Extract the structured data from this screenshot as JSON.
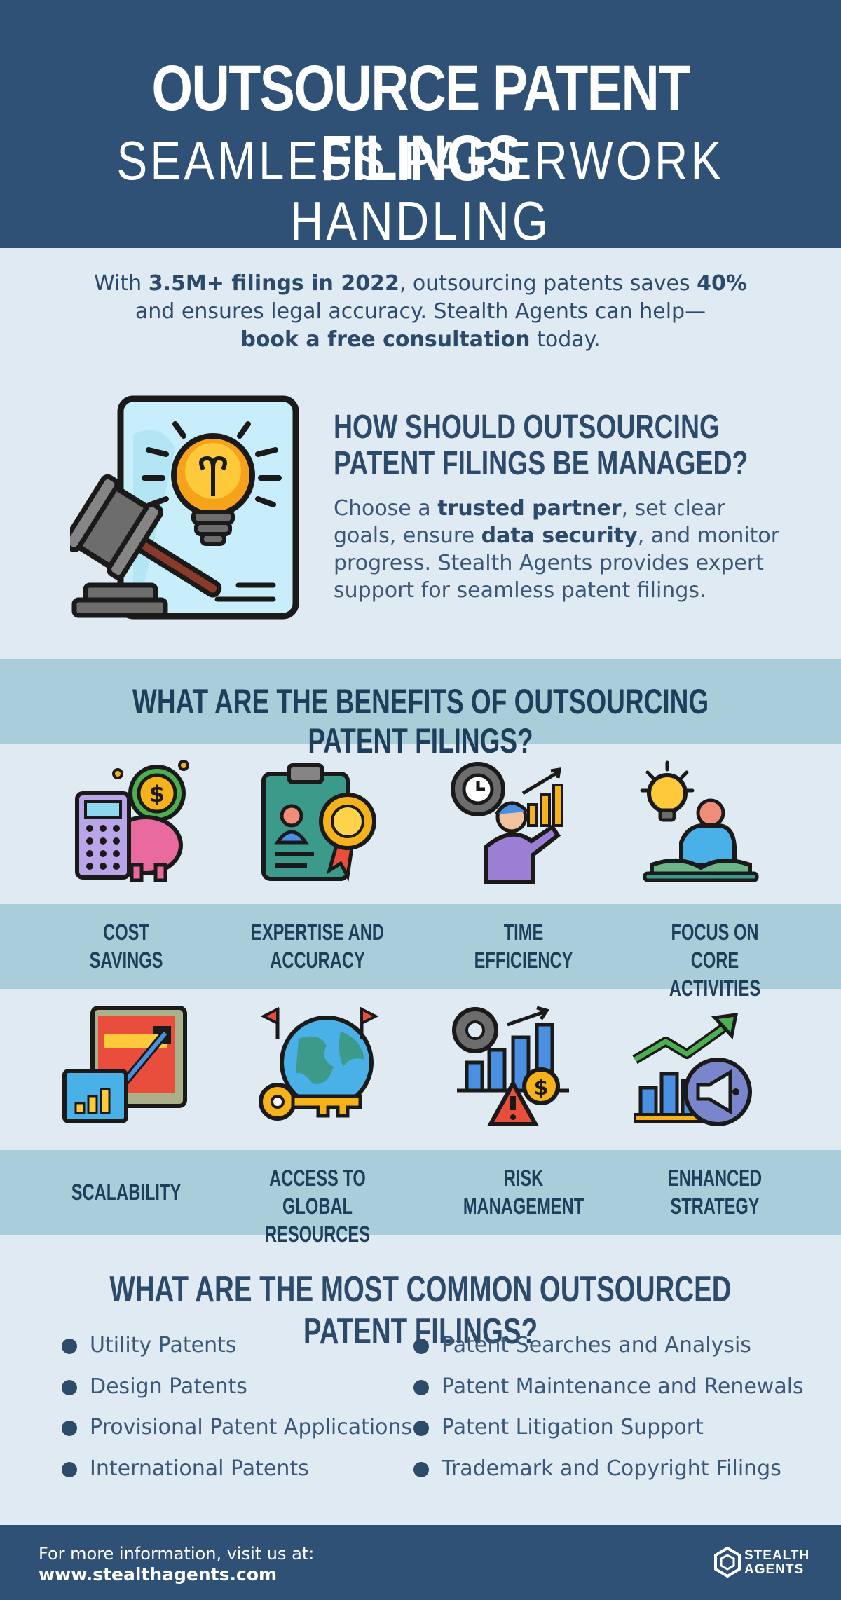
{
  "header": {
    "title": "OUTSOURCE PATENT FILINGS",
    "subtitle": "SEAMLESS PAPERWORK HANDLING"
  },
  "intro": {
    "p1": "With ",
    "b1": "3.5M+ filings in 2022",
    "p2": ", outsourcing patents saves ",
    "b2": "40%",
    "p3": " and ensures legal accuracy. Stealth Agents can help—",
    "b3": "book a free consultation",
    "p4": " today."
  },
  "manage": {
    "heading": "HOW SHOULD OUTSOURCING PATENT FILINGS BE MANAGED?",
    "p1": "Choose a ",
    "b1": "trusted partner",
    "p2": ", set clear goals, ensure ",
    "b2": "data security",
    "p3": ", and monitor progress. Stealth Agents provides expert support for seamless patent filings.",
    "icon": "gavel-lightbulb-icon"
  },
  "benefits": {
    "heading": "WHAT ARE THE BENEFITS OF OUTSOURCING PATENT FILINGS?",
    "row1": [
      {
        "line1": "COST",
        "line2": "SAVINGS",
        "icon": "calculator-piggybank-icon"
      },
      {
        "line1": "EXPERTISE AND",
        "line2": "ACCURACY",
        "icon": "certificate-badge-icon"
      },
      {
        "line1": "TIME",
        "line2": "EFFICIENCY",
        "icon": "gear-clock-person-icon"
      },
      {
        "line1": "FOCUS ON",
        "line2": "CORE ACTIVITIES",
        "icon": "bulb-reader-icon"
      }
    ],
    "row2": [
      {
        "line1": "SCALABILITY",
        "line2": "",
        "icon": "growth-chart-icon"
      },
      {
        "line1": "ACCESS TO GLOBAL",
        "line2": "RESOURCES",
        "icon": "globe-key-icon"
      },
      {
        "line1": "RISK",
        "line2": "MANAGEMENT",
        "icon": "risk-chart-icon"
      },
      {
        "line1": "ENHANCED",
        "line2": "STRATEGY",
        "icon": "megaphone-chart-icon"
      }
    ]
  },
  "common": {
    "heading": "WHAT ARE THE MOST COMMON OUTSOURCED PATENT FILINGS?",
    "left": [
      "Utility Patents",
      "Design Patents",
      "Provisional Patent Applications",
      "International Patents"
    ],
    "right": [
      "Patent Searches and Analysis",
      "Patent Maintenance and Renewals",
      "Patent Litigation Support",
      "Trademark and Copyright Filings"
    ]
  },
  "footer": {
    "line1": "For more information, visit us at:",
    "url": "www.stealthagents.com",
    "logo_word1": "STEALTH",
    "logo_word2": "AGENTS"
  },
  "colors": {
    "navy": "#2e5175",
    "band": "#a9cdd9",
    "background": "#dfeaf2",
    "text": "#2d4a6b"
  }
}
